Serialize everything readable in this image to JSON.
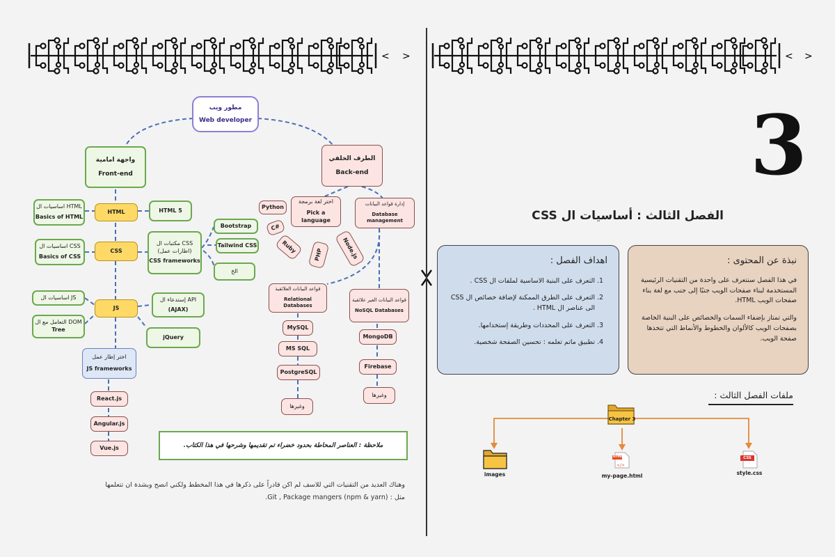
{
  "left": {
    "root": {
      "ar": "مطور ويب",
      "en": "Web developer"
    },
    "frontend": {
      "ar": "واجهة امامية",
      "en": "Front-end"
    },
    "backend": {
      "ar": "الطرف الخلفي",
      "en": "Back-end"
    },
    "front_nodes": {
      "html": "HTML",
      "html_basics_ar": "اساسيات ال  HTML",
      "html_basics_en": "Basics of HTML",
      "html5": "HTML 5",
      "css": "CSS",
      "css_basics_ar": "اساسيات ال  CSS",
      "css_basics_en": "Basics of CSS",
      "css_fw_ar1": "مكتبات ال  CSS",
      "css_fw_ar2": "(اطارات عمل)",
      "css_fw_en": "CSS frameworks",
      "bootstrap": "Bootstrap",
      "tailwind": "Tailwind CSS",
      "etc1": "الخ",
      "js": "JS",
      "js_basics_ar": "اساسيات ال  JS",
      "dom_ar": "التعامل مع ال  DOM",
      "dom_en": "Tree",
      "api_ar": "إستدعاء ال  API",
      "api_en": "(AJAX)",
      "jquery": "jQuery",
      "jsfw_ar": "اختر إطار عمل",
      "jsfw_en": "JS frameworks",
      "react": "React.js",
      "angular": "Angular.js",
      "vue": "Vue.js"
    },
    "back_nodes": {
      "python": "Python",
      "lang_ar": "اختر لغة برمجة",
      "lang_en": "Pick a language",
      "csharp": "C#",
      "ruby": "Ruby",
      "php": "PHP",
      "nodejs": "Node.js",
      "db_ar": "إدارة قواعد البيانات",
      "db_en": "Database management",
      "rel_ar": "قواعد البيانات العلائقية",
      "rel_en": "Relational Databases",
      "nosql_ar": "قواعد البيانات الغير علائقية",
      "nosql_en": "NoSQL Databases",
      "mysql": "MySQL",
      "mssql": "MS SQL",
      "postgres": "PostgreSQL",
      "others1": "وغيرها",
      "mongodb": "MongoDB",
      "firebase": "Firebase",
      "others2": "وغيرها"
    },
    "note": "ملاحظة : العناصر المحاطة بحدود خضراء تم تقديمها وشرحها في هذا الكتاب.",
    "footer_line1": "وهناك العديد من التقنيات التي للاسف لم اكن قادراً على ذكرها في هذا المخطط ولكني انصح وبشدة ان تتعلمها",
    "footer_line2": "مثل :  Git , Package mangers (npm & yarn)."
  },
  "right": {
    "chapter_number": "3",
    "chapter_title": "الفصل الثالث : أساسيات ال CSS",
    "about": {
      "heading": "نبذة عن المحتوى :",
      "p1": "في هذا الفصل سنتعرف على واحدة من التقنيات الرئيسية المستخدمة لبناء صفحات الويب جنبًا إلى جنب مع لغة بناء صفحات الويب HTML.",
      "p2": "والتي تمتاز بإضفاء السمات والخصائص على البنية الخاصة بصفحات الويب كالألوان والخطوط والأنماط التي تتخذها صفحة الويب."
    },
    "goals": {
      "heading": "اهداف الفصل :",
      "items": [
        "التعرف على البنية الاساسية لملفات ال CSS .",
        "التعرف على الطرق الممكنة لإضافة خصائص ال CSS الى عناصر ال  HTML .",
        "التعرف على المحددات وطريقة إستخدامها.",
        "تطبيق ماتم تعلمه : تحسين الصفحة شخصية."
      ]
    },
    "files": {
      "heading": "ملفات الفصل الثالث :",
      "folder": "Chapter 3",
      "images": "images",
      "html_file": "my-page.html",
      "html_badge": "HTML",
      "css_file": "style.css",
      "css_badge": "CSS"
    }
  },
  "colors": {
    "green_border": "#6aa84f",
    "yellow_fill": "#ffd966",
    "pink_fill": "#fbe4e2",
    "blue_card": "#cfdcec",
    "tan_card": "#e8d2c0",
    "connector": "#4a6fb5",
    "arrow": "#e58a3a"
  }
}
